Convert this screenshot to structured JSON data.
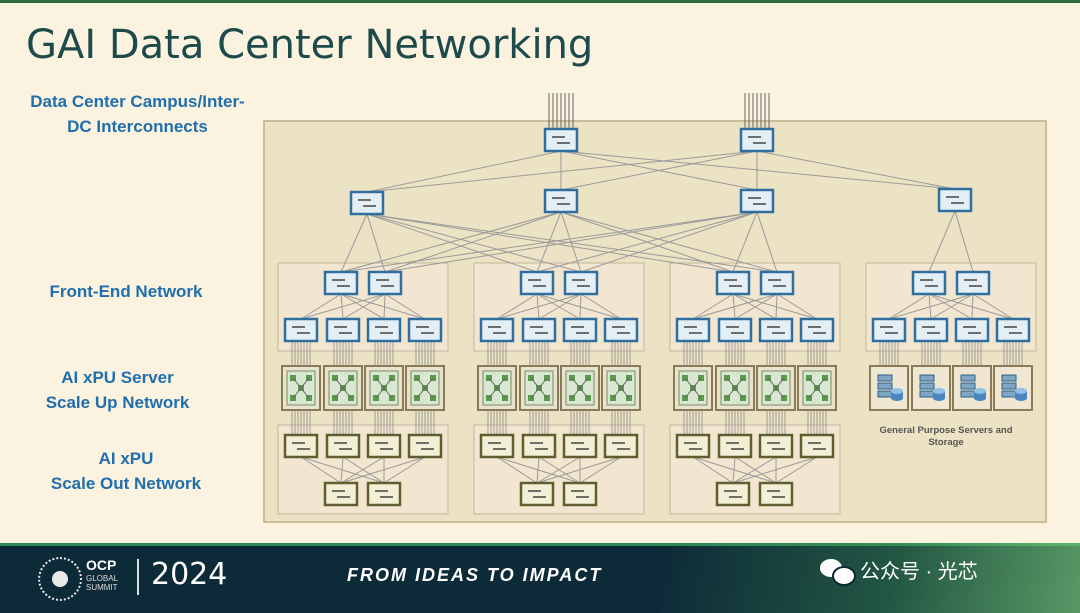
{
  "title": "GAI Data Center Networking",
  "labels": {
    "campus_line1": "Data Center Campus/Inter-",
    "campus_line2": "DC Interconnects",
    "frontend": "Front-End Network",
    "scaleup_line1": "AI xPU Server",
    "scaleup_line2": "Scale Up Network",
    "scaleout_line1": "AI xPU",
    "scaleout_line2": "Scale Out Network",
    "general_line1": "General Purpose Servers and",
    "general_line2": "Storage"
  },
  "footer": {
    "org": "OCP",
    "org_sub1": "GLOBAL",
    "org_sub2": "SUMMIT",
    "year": "2024",
    "tagline": "FROM IDEAS TO IMPACT",
    "watermark": "公众号 · 光芯"
  },
  "colors": {
    "background": "#fbf2df",
    "panel": "#f2e6cf",
    "switch_border": "#2f6e9e",
    "switch_fill": "#e4eef5",
    "xpu_border": "#5e5e2e",
    "label_blue": "#1f6fae",
    "title": "#1d4a4a",
    "footer_bg": "#0d2a38"
  },
  "icons": [
    "network-switch-icon",
    "xpu-server-icon",
    "storage-server-icon",
    "wechat-icon"
  ]
}
